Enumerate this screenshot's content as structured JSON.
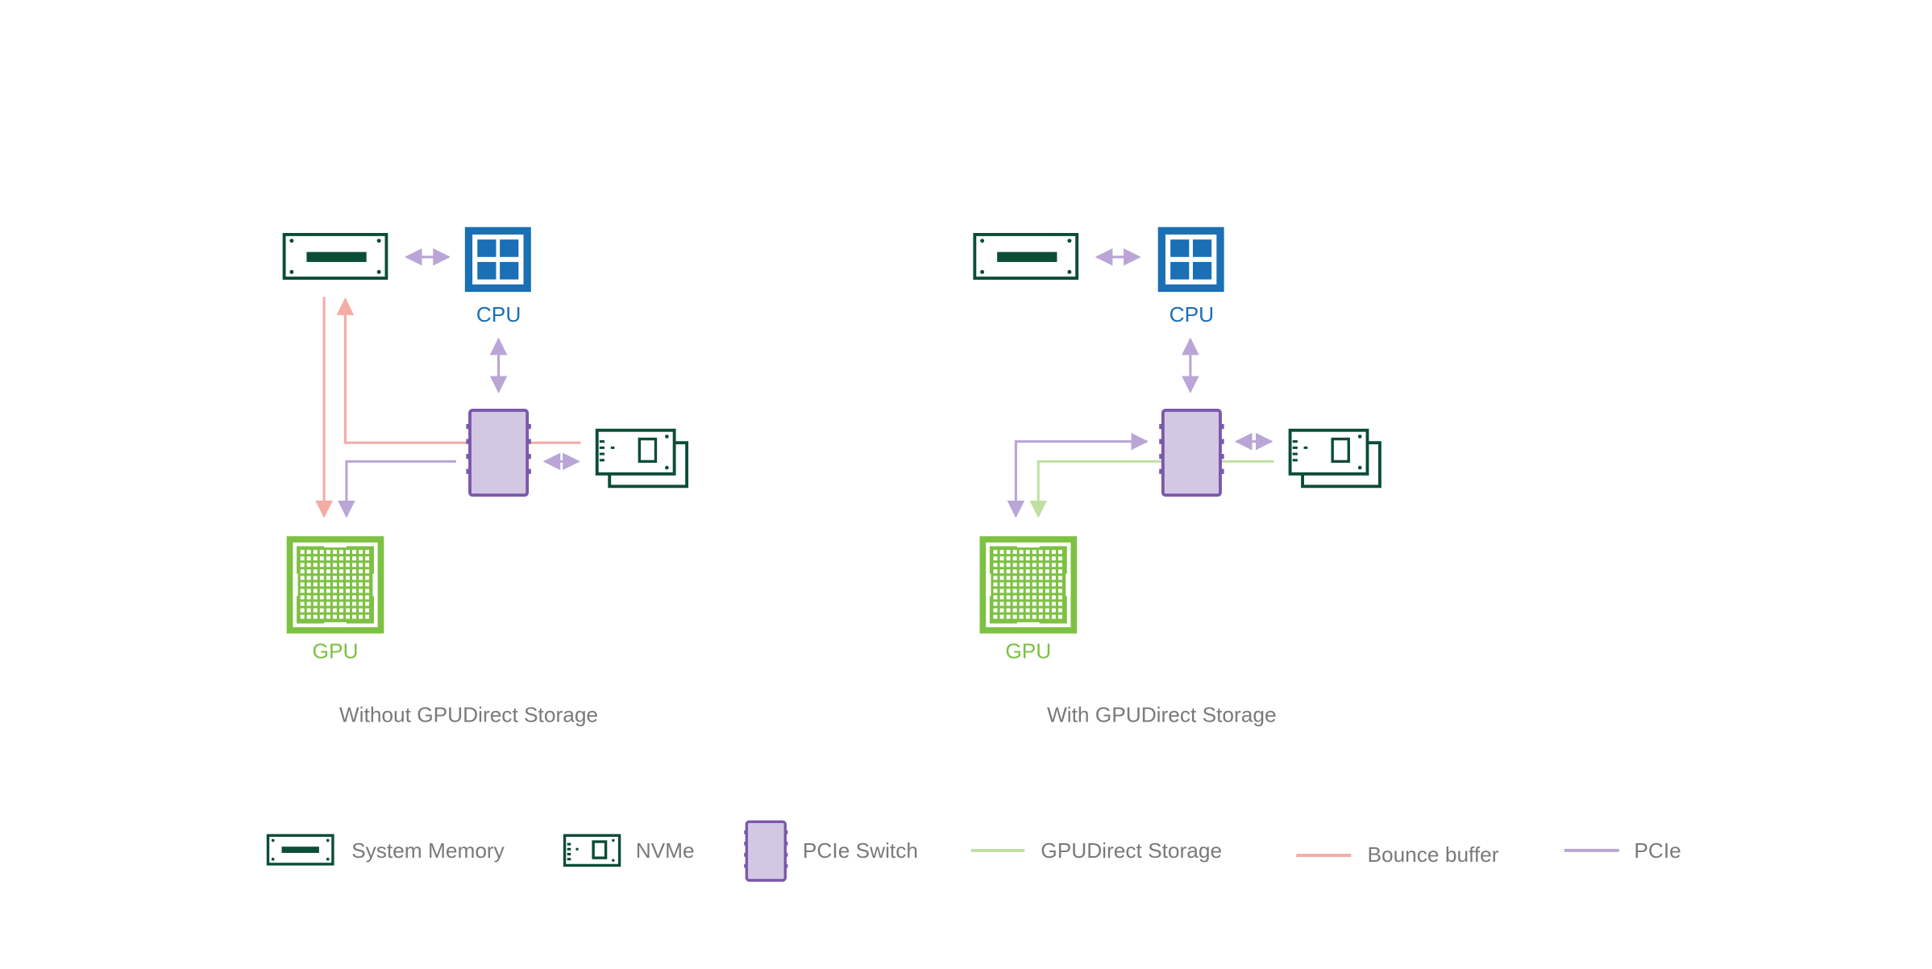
{
  "colors": {
    "memory": "#0b4d35",
    "cpu": "#1a6fb5",
    "gpu": "#7dc142",
    "switch_stroke": "#7a58ab",
    "switch_fill": "#d3c8e3",
    "pcie": "#b9a6d6",
    "bounce": "#f4aca5",
    "gds": "#bfe0a3",
    "caption": "#7a7a7a"
  },
  "diagrams": [
    {
      "id": "without",
      "caption": "Without GPUDirect Storage",
      "cpu_label": "CPU",
      "gpu_label": "GPU"
    },
    {
      "id": "with",
      "caption": "With GPUDirect Storage",
      "cpu_label": "CPU",
      "gpu_label": "GPU"
    }
  ],
  "legend": [
    {
      "icon": "system-memory-icon",
      "label": "System Memory"
    },
    {
      "icon": "nvme-icon",
      "label": "NVMe"
    },
    {
      "icon": "pcie-switch-icon",
      "label": "PCIe Switch"
    },
    {
      "icon": "gpudirect-storage-line-icon",
      "label": "GPUDirect Storage"
    },
    {
      "icon": "bounce-buffer-line-icon",
      "label": "Bounce buffer"
    },
    {
      "icon": "pcie-line-icon",
      "label": "PCIe"
    }
  ]
}
